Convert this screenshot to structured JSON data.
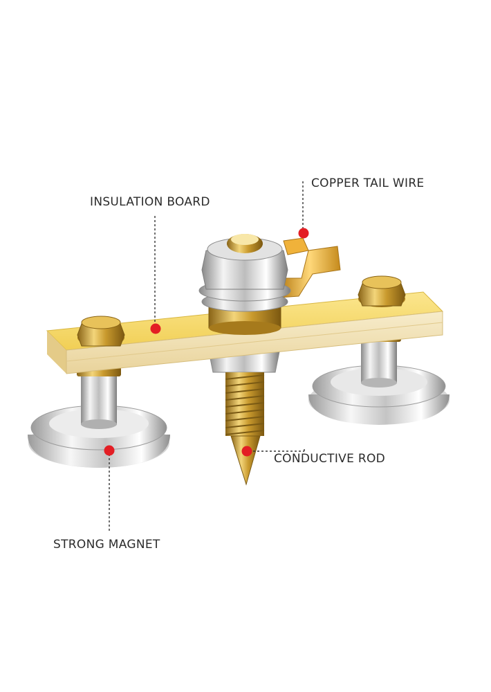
{
  "diagram": {
    "labels": {
      "copper_tail_wire": "COPPER TAIL WIRE",
      "insulation_board": "INSULATION BOARD",
      "conductive_rod": "CONDUCTIVE ROD",
      "strong_magnet": "STRONG MAGNET"
    },
    "colors": {
      "marker": "#e31e24",
      "leader_line": "#333333",
      "board": "#f2d66b",
      "board_edge": "#f6ebc8",
      "brass": "#c9a133",
      "chrome": "#cfcfcf",
      "copper": "#e8b040"
    }
  }
}
